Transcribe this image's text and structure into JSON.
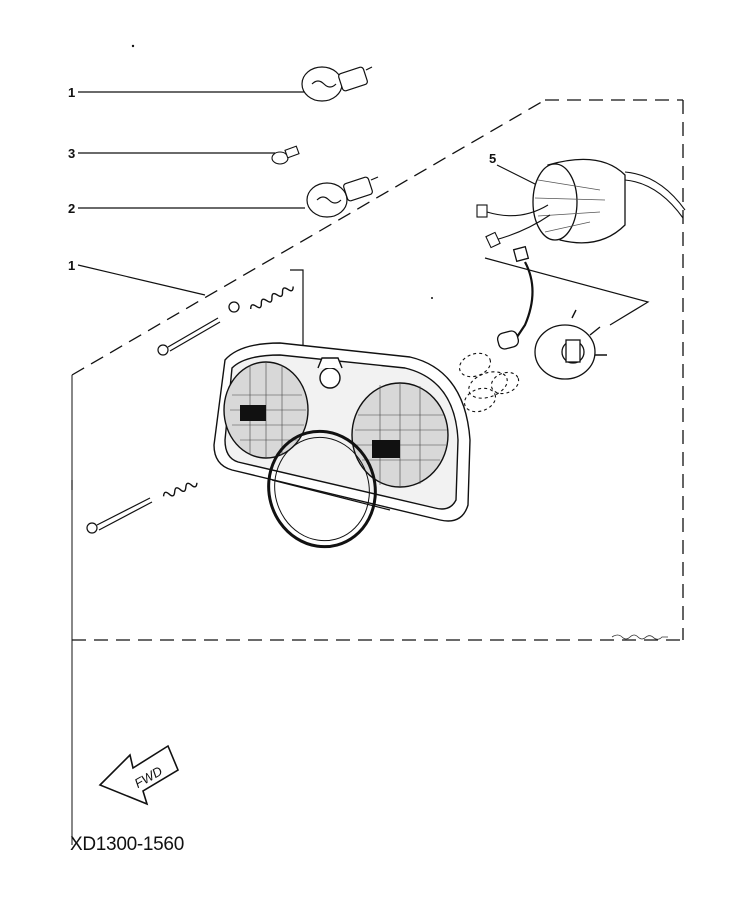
{
  "callouts": [
    {
      "id": "bulb-top",
      "label": "1"
    },
    {
      "id": "small-bulb",
      "label": "3"
    },
    {
      "id": "bulb-middle",
      "label": "2"
    },
    {
      "id": "screw-assembly",
      "label": "1"
    },
    {
      "id": "socket-housing",
      "label": "5"
    }
  ],
  "arrow_label": "FWD",
  "part_number": "XD1300-1560",
  "colors": {
    "ink": "#111111",
    "background": "#ffffff"
  },
  "icons": [
    "bulb-icon",
    "small-bulb-icon",
    "socket-housing-icon",
    "headlight-assembly-icon",
    "screw-icon",
    "spring-icon",
    "seal-ring-icon",
    "bracket-icon",
    "socket-clip-icon",
    "fwd-arrow-icon"
  ]
}
